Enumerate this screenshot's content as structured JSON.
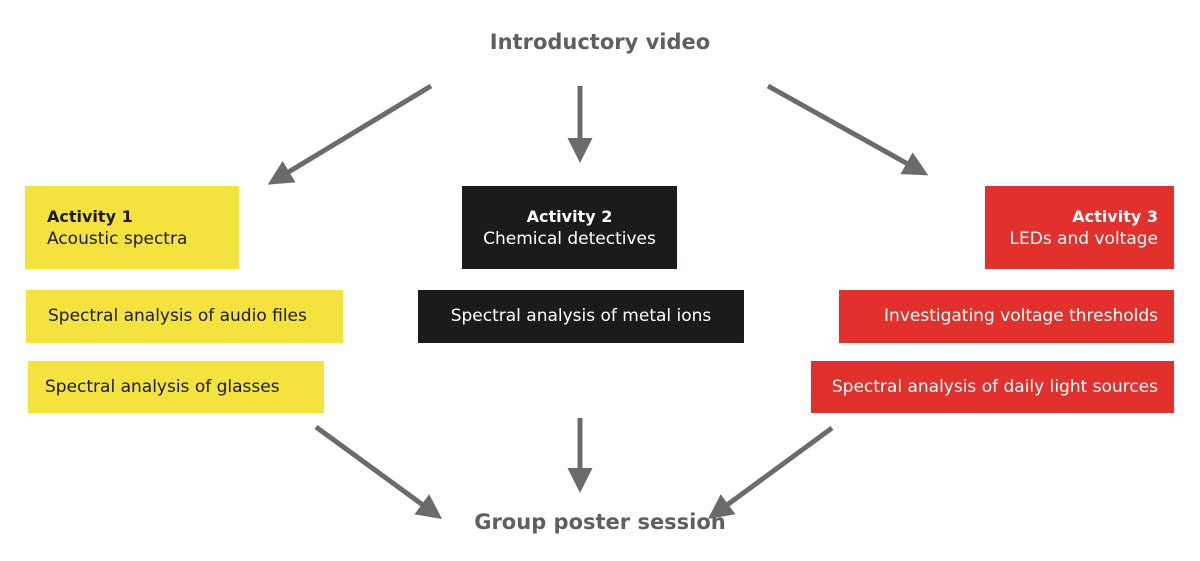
{
  "top": {
    "title": "Introductory video"
  },
  "bottom": {
    "title": "Group poster session"
  },
  "activities": [
    {
      "title": "Activity 1",
      "subtitle": "Acoustic spectra",
      "color": "#f3e33c",
      "tasks": [
        "Spectral analysis of audio files",
        "Spectral analysis of glasses"
      ]
    },
    {
      "title": "Activity 2",
      "subtitle": "Chemical detectives",
      "color": "#1c1a1d",
      "tasks": [
        "Spectral analysis of metal ions"
      ]
    },
    {
      "title": "Activity 3",
      "subtitle": "LEDs and voltage",
      "color": "#e2312c",
      "tasks": [
        "Investigating voltage thresholds",
        "Spectral analysis of daily light sources"
      ]
    }
  ],
  "arrow_color": "#6b6b6b"
}
